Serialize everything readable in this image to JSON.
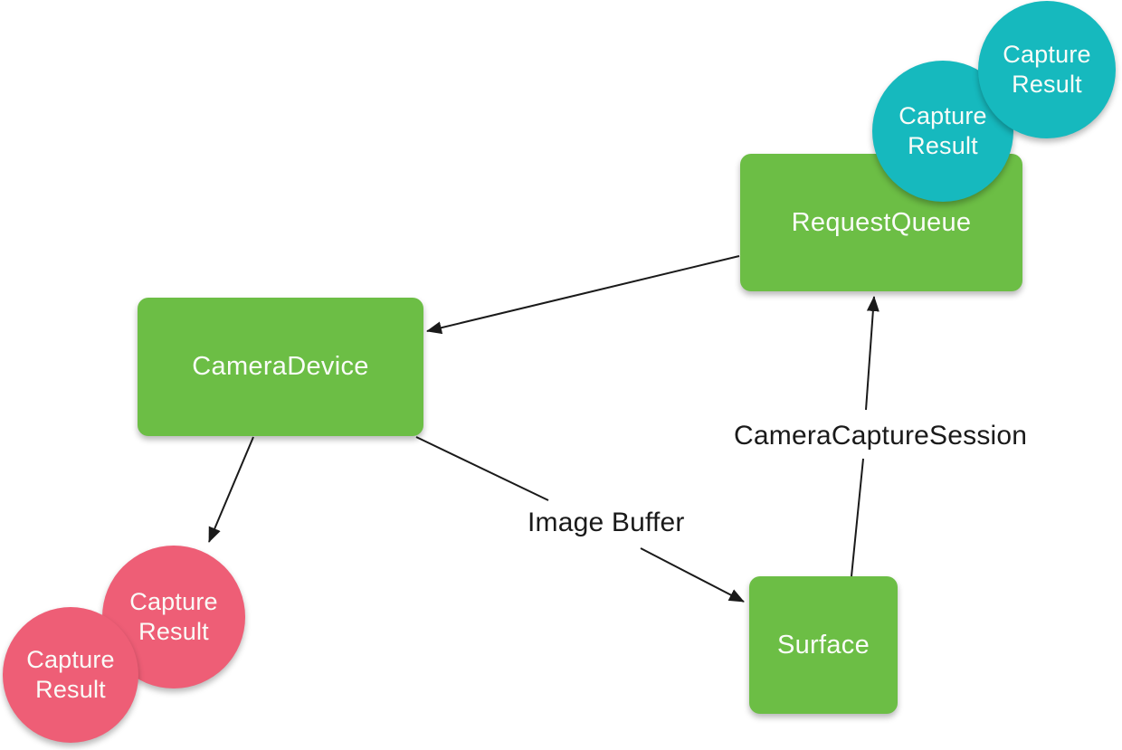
{
  "diagram": {
    "boxes": {
      "request_queue": {
        "label": "RequestQueue"
      },
      "camera_device": {
        "label": "CameraDevice"
      },
      "surface": {
        "label": "Surface"
      }
    },
    "capture_result_circles": {
      "teal": {
        "count": 2,
        "label": "Capture\nResult",
        "color": "#16B9BE"
      },
      "pink": {
        "count": 2,
        "label": "Capture\nResult",
        "color": "#EE5E76"
      }
    },
    "labels": {
      "camera_capture_session": "CameraCaptureSession",
      "image_buffer": "Image Buffer"
    },
    "colors": {
      "box_green": "#6CBE45",
      "teal": "#16B9BE",
      "pink": "#EE5E76",
      "line": "#1A1A1A",
      "background": "#FFFFFF",
      "text_on_shape": "#FAFCF8"
    }
  }
}
